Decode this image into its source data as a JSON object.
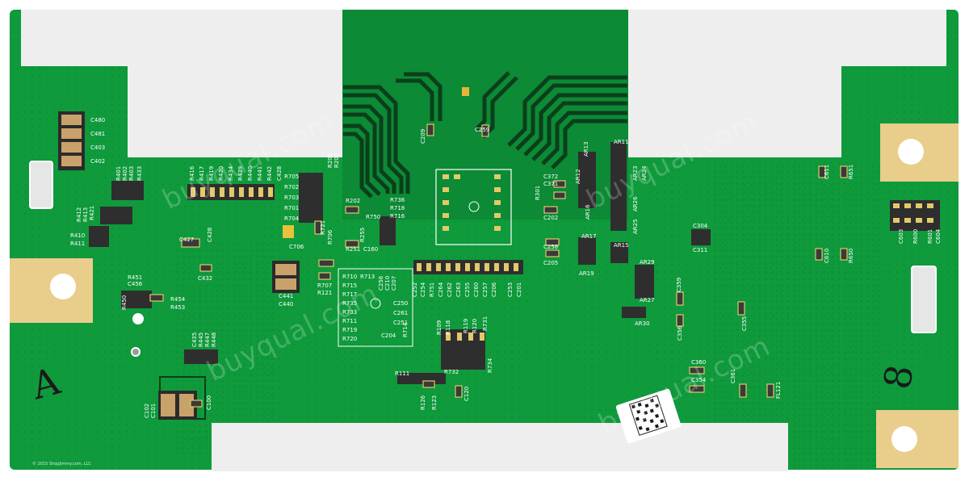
{
  "watermark": "buyqual.com",
  "copyright": "© 2015 ShopJimmy.com, LLC",
  "handwriting": {
    "left": "A",
    "right": "8"
  },
  "colors": {
    "pcb_green": "#0f9a3c",
    "pcb_dark": "#0a7a2e",
    "trace": "#0b3f1c",
    "connector_white": "#eeeeee",
    "gold_pad": "#e9cd8a",
    "silk": "#ffffff"
  },
  "labels": {
    "c480": "C480",
    "c481": "C481",
    "c403": "C403",
    "c402": "C402",
    "r401": "R401",
    "r402": "R402",
    "r403": "R403",
    "r433": "R433",
    "r412": "R412",
    "r413": "R413",
    "r421": "R421",
    "r410": "R410",
    "r411": "R411",
    "c427": "C427",
    "c428": "C428",
    "c432": "C432",
    "r451": "R451",
    "c456": "C456",
    "r454": "R454",
    "r453": "R453",
    "r450": "R450",
    "c435": "C435",
    "r445": "R445",
    "r447": "R447",
    "r448": "R448",
    "c102": "C102",
    "c101": "C101",
    "c100": "C100",
    "r705": "R705",
    "r702": "R702",
    "r703": "R703",
    "r701": "R701",
    "r704": "R704",
    "c706": "C706",
    "r721": "R721",
    "r706": "R706",
    "r202": "R202",
    "r736": "R736",
    "r718": "R718",
    "r716": "R716",
    "r750": "R750",
    "r255": "R255",
    "r251": "R251",
    "c160": "C160",
    "c441": "C441",
    "c440": "C440",
    "r707": "R707",
    "r121": "R121",
    "r710": "R710",
    "r713": "R713",
    "r715": "R715",
    "r717": "R717",
    "r735": "R735",
    "r733": "R733",
    "r711": "R711",
    "r719": "R719",
    "r720": "R720",
    "c256": "C256",
    "c210": "C210",
    "c207": "C207",
    "c250": "C250",
    "c261": "C261",
    "c251": "C251",
    "c204": "C204",
    "r714": "R714",
    "c209": "C209",
    "c259": "C259",
    "c372": "C372",
    "c371": "C371",
    "r301": "R301",
    "c202": "C202",
    "c258": "C258",
    "c205": "C205",
    "c252": "C252",
    "c254": "C254",
    "r751": "R751",
    "c264": "C264",
    "c262": "C262",
    "c263": "C263",
    "c255": "C255",
    "c260": "C260",
    "c257": "C257",
    "c206": "C206",
    "c253": "C253",
    "c201": "C201",
    "r109": "R109",
    "r118": "R118",
    "r119": "R119",
    "r120": "R120",
    "r731": "R731",
    "r732": "R732",
    "r734": "R734",
    "r111": "R111",
    "r123": "R123",
    "r126": "R126",
    "c120": "C120",
    "ar13": "AR13",
    "ar12": "AR12",
    "ar11": "AR11",
    "ar16": "AR16",
    "ar23": "AR23",
    "ar24": "AR24",
    "ar26": "AR26",
    "ar25": "AR25",
    "ar17": "AR17",
    "ar15": "AR15",
    "ar19": "AR19",
    "ar29": "AR29",
    "ar27": "AR27",
    "ar30": "AR30",
    "c304": "C304",
    "c311": "C311",
    "c359": "C359",
    "c356": "C356",
    "c355": "C355",
    "c360": "C360",
    "c354": "C354",
    "c361": "C361",
    "fl121": "FL121",
    "c611": "C611",
    "r651": "R651",
    "c610": "C610",
    "r650": "R650",
    "c604": "C604",
    "r601": "R601",
    "r600": "R600",
    "c603": "C603",
    "r209": "R209",
    "r208": "R208",
    "r416": "R416",
    "r417": "R417",
    "r419": "R419",
    "r434": "R434",
    "r439": "R439",
    "r440": "R440",
    "r441": "R441",
    "r442": "R442",
    "c428b": "C428",
    "r420": "R420"
  }
}
